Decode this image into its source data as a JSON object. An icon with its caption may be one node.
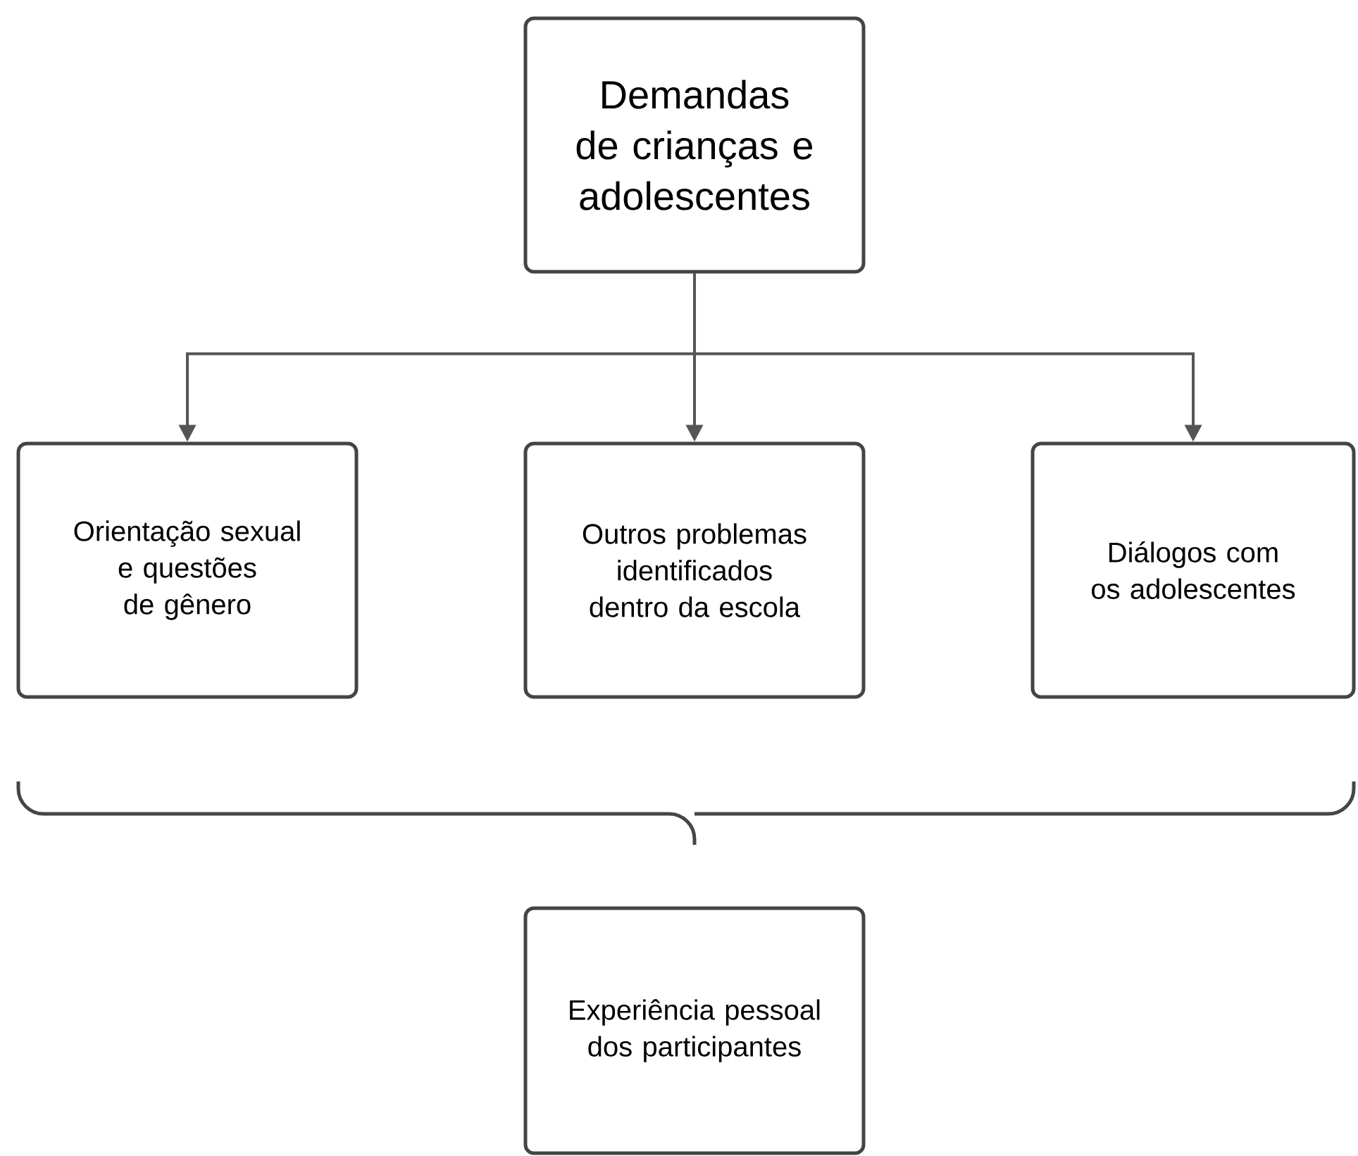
{
  "diagram": {
    "nodes": [
      {
        "text": [
          "Demandas de crianças e adolescentes"
        ]
      },
      {
        "text": [
          "Orientação sexual e questões de gênero"
        ]
      },
      {
        "text": [
          "Outros problemas identificados dentro da escola"
        ]
      },
      {
        "text": [
          "Diálogos com os adolescentes"
        ]
      },
      {
        "text": [
          "Experiência pessoal dos participantes"
        ]
      }
    ],
    "edges": [
      {
        "from": 0,
        "to": 1,
        "arrow": "to"
      },
      {
        "from": 0,
        "to": 2,
        "arrow": "to"
      },
      {
        "from": 0,
        "to": 3,
        "arrow": "to"
      }
    ]
  }
}
